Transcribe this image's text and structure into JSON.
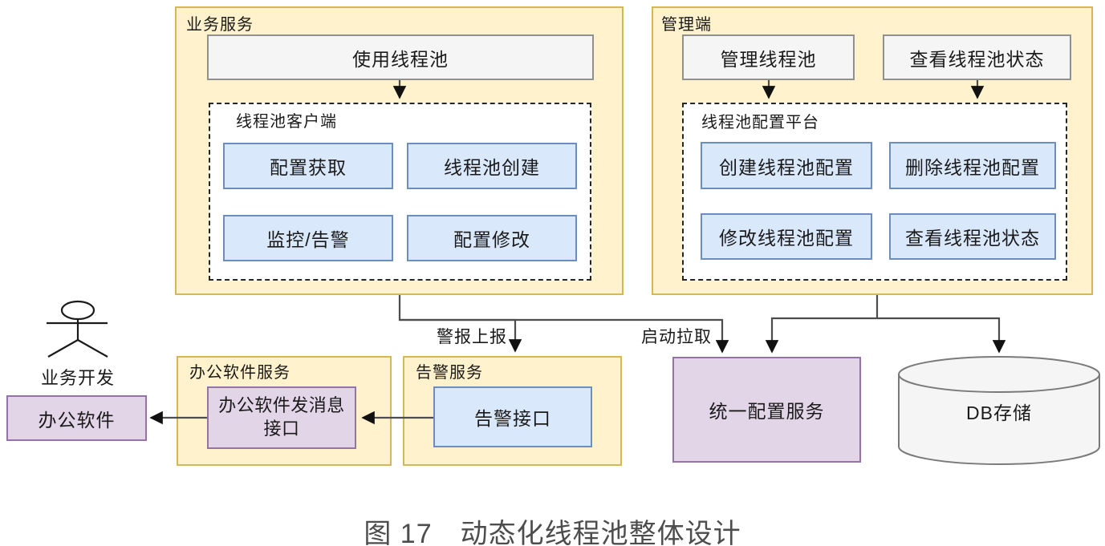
{
  "caption": "图 17　动态化线程池整体设计",
  "business_service": {
    "title": "业务服务",
    "use_pool_label": "使用线程池",
    "client": {
      "title": "线程池客户端",
      "items": [
        "配置获取",
        "线程池创建",
        "监控/告警",
        "配置修改"
      ]
    }
  },
  "management": {
    "title": "管理端",
    "manage_pool_label": "管理线程池",
    "view_status_label": "查看线程池状态",
    "platform": {
      "title": "线程池配置平台",
      "items": [
        "创建线程池配置",
        "删除线程池配置",
        "修改线程池配置",
        "查看线程池状态"
      ]
    }
  },
  "actor": {
    "label": "业务开发"
  },
  "office_software_label": "办公软件",
  "office_service": {
    "title": "办公软件服务",
    "interface_label": "办公软件发消息接口"
  },
  "alert_service": {
    "title": "告警服务",
    "interface_label": "告警接口"
  },
  "config_service_label": "统一配置服务",
  "db_label": "DB存储",
  "edge_labels": {
    "alert_report": "警报上报",
    "startup_pull": "启动拉取"
  },
  "colors": {
    "yellow_fill": "#fff2cc",
    "yellow_stroke": "#d6b656",
    "blue_fill": "#dae8fc",
    "blue_stroke": "#6c8ebf",
    "purple_fill": "#e1d5e7",
    "purple_stroke": "#9673a6",
    "gray_fill": "#f5f5f5",
    "gray_stroke": "#909090",
    "edge_line": "#4d4d4d",
    "arrowhead": "#111111",
    "caption_text": "#4d4d4d"
  }
}
